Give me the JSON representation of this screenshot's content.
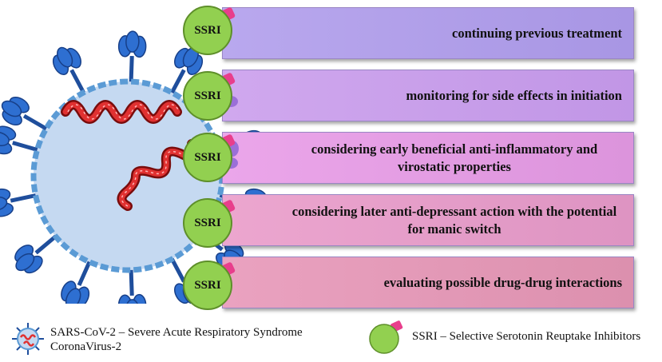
{
  "ssri_label": "SSRI",
  "steps": [
    {
      "text": "continuing previous treatment"
    },
    {
      "text": "monitoring for side effects in initiation"
    },
    {
      "text": "considering early beneficial anti-inflammatory and virostatic properties"
    },
    {
      "text": "considering later anti-depressant action with the potential for manic switch"
    },
    {
      "text": "evaluating possible drug-drug interactions"
    }
  ],
  "legend": {
    "virus": "SARS-CoV-2 – Severe Acute Respiratory Syndrome CoronaVirus-2",
    "ssri": "SSRI – Selective Serotonin Reuptake Inhibitors"
  },
  "colors": {
    "virus_body": "#c5d9f1",
    "virus_rim": "#5b9bd5",
    "spike": "#1f4e9c",
    "rna": "#e03131",
    "ssri_circle": "#92d050",
    "ssri_tag": "#e83e8c"
  }
}
